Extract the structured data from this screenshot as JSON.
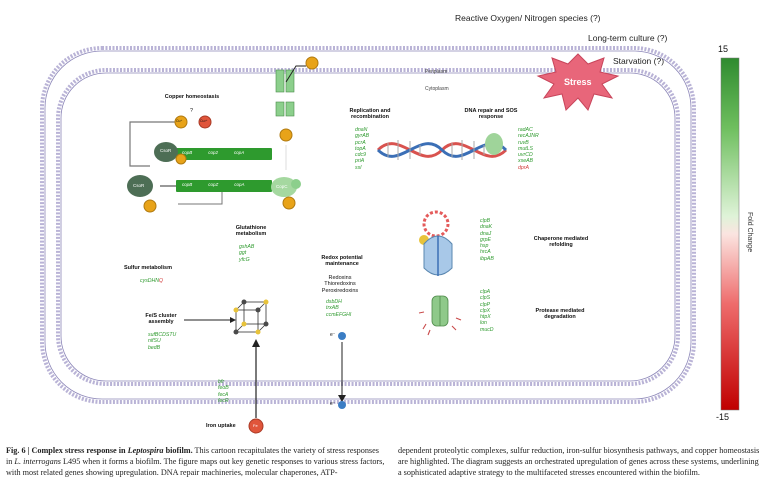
{
  "header": {
    "ros": "Reactive Oxygen/ Nitrogen  species (?)",
    "culture": "Long-term culture  (?)",
    "starvation": "Starvation (?)"
  },
  "stress_label": "Stress",
  "membrane": {
    "periplasm": "Periplasm",
    "cytoplasm": "Cytoplasm"
  },
  "colorbar": {
    "top": "15",
    "bottom": "-15",
    "label": "Fold Change",
    "high_color": "#2e8b2e",
    "low_color": "#c00000"
  },
  "copper": {
    "title": "Copper homeostasis",
    "question": "?",
    "cu1": "Cu⁺",
    "cu2": "Cu²⁺",
    "csor": "CsoR",
    "copc": "CopC",
    "genes_a": [
      "copB",
      "cop2",
      "copA"
    ],
    "genes_b": [
      "copB",
      "copZ",
      "copA"
    ]
  },
  "replication": {
    "title": "Replication and recombination",
    "genes": [
      "dnaN",
      "gyrAB",
      "pcrA",
      "topA",
      "cdc9",
      "priA",
      "ssl"
    ]
  },
  "dna_repair": {
    "title": "DNA repair and SOS response",
    "genes_up": [
      "radAC",
      "recAJNR",
      "ruvB",
      "mutLS",
      "uvrCD",
      "xseAB"
    ],
    "genes_down": [
      "dprA"
    ]
  },
  "glutathione": {
    "title": "Glutathione metabolism",
    "genes": [
      "gshAB",
      "ggt",
      "yfcG"
    ]
  },
  "sulfur": {
    "title": "Sulfur metabolism",
    "genes_up": [
      "cysDHN"
    ],
    "genes_down": [
      "Q"
    ]
  },
  "redox": {
    "title": "Redox potential maintenance",
    "items": [
      "Redoxins",
      "Thioredoxins",
      "Peroxiredoxins"
    ],
    "genes": [
      "dsbDH",
      "trxAB",
      "ccmEFGHI"
    ]
  },
  "chaperone": {
    "title": "Chaperone mediated refolding",
    "genes": [
      "clpB",
      "dnaK",
      "dnaJ",
      "grpE",
      "hsp",
      "hrcA",
      "ibpAB"
    ]
  },
  "protease": {
    "title": "Protease mediated degradation",
    "genes": [
      "clpA",
      "clpS",
      "clpP",
      "clpX",
      "htpX",
      "lon",
      "mucD"
    ]
  },
  "fes": {
    "title": "Fe/S cluster assembly",
    "genes": [
      "sufBCDSTU",
      "nifSU",
      "bedB"
    ]
  },
  "iron": {
    "title": "Iron uptake",
    "genes": [
      "bfr",
      "feoB",
      "fecA",
      "fecR"
    ],
    "fe": "Fe"
  },
  "electron": "e⁻",
  "caption": {
    "fig": "Fig. 6 | Complex stress response in ",
    "fig_italic": "Leptospira",
    "fig_end": " biofilm.",
    "text1": " This cartoon recapitulates the variety of stress responses in ",
    "species": "L. interrogans",
    "text2": " L495 when it forms a biofilm. The figure maps out key genetic responses to various stress factors, with most related genes showing upregulation. DNA repair machineries, molecular chaperones, ATP-",
    "right": "dependent proteolytic complexes, sulfur reduction, iron-sulfur biosynthesis pathways, and copper homeostasis are highlighted. The diagram suggests an orchestrated upregulation of genes across these systems, underlining a sophisticated adaptive strategy to the multifaceted stresses encountered within the biofilm."
  }
}
